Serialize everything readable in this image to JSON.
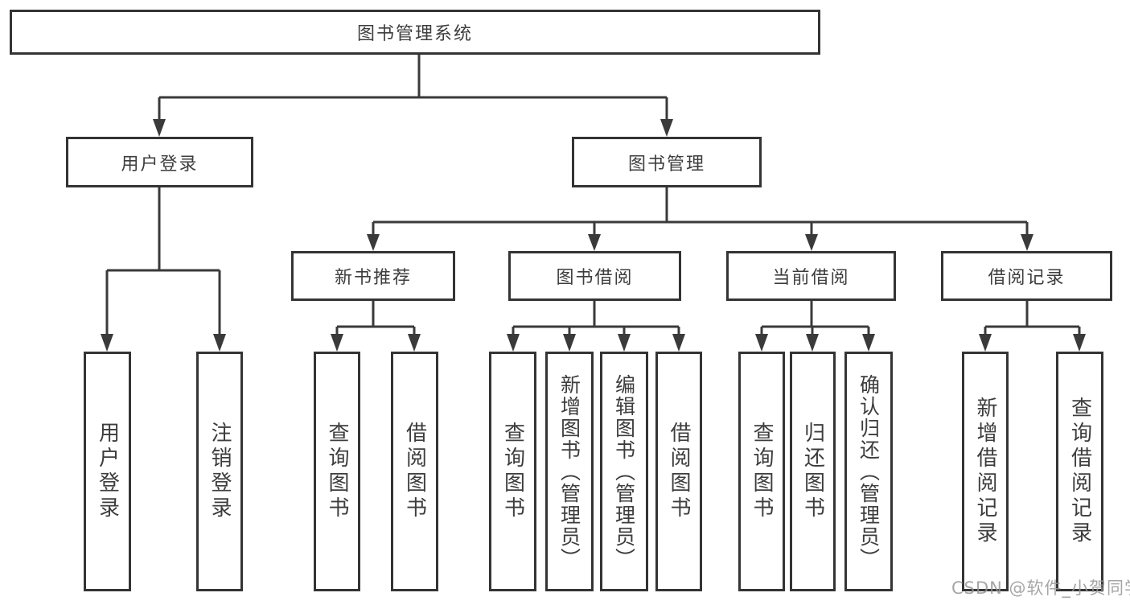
{
  "diagram": {
    "title": "图书管理系统",
    "tree": {
      "root": {
        "label": "图书管理系统"
      },
      "branches": [
        {
          "label": "用户登录",
          "children": [
            {
              "label": "用户登录"
            },
            {
              "label": "注销登录"
            }
          ]
        },
        {
          "label": "图书管理",
          "children": [
            {
              "label": "新书推荐",
              "children": [
                {
                  "label": "查询图书"
                },
                {
                  "label": "借阅图书"
                }
              ]
            },
            {
              "label": "图书借阅",
              "children": [
                {
                  "label": "查询图书"
                },
                {
                  "label": "新增图书（管理员）"
                },
                {
                  "label": "编辑图书（管理员）"
                },
                {
                  "label": "借阅图书"
                }
              ]
            },
            {
              "label": "当前借阅",
              "children": [
                {
                  "label": "查询图书"
                },
                {
                  "label": "归还图书"
                },
                {
                  "label": "确认归还（管理员）"
                }
              ]
            },
            {
              "label": "借阅记录",
              "children": [
                {
                  "label": "新增借阅记录"
                },
                {
                  "label": "查询借阅记录"
                }
              ]
            }
          ]
        }
      ]
    }
  },
  "watermark": {
    "text": "CSDN @软件_小贺同学"
  },
  "colors": {
    "line": "#3a3a3a",
    "box_border": "#343434",
    "text": "#3d3d3d",
    "background": "#ffffff",
    "watermark": "#969696"
  }
}
